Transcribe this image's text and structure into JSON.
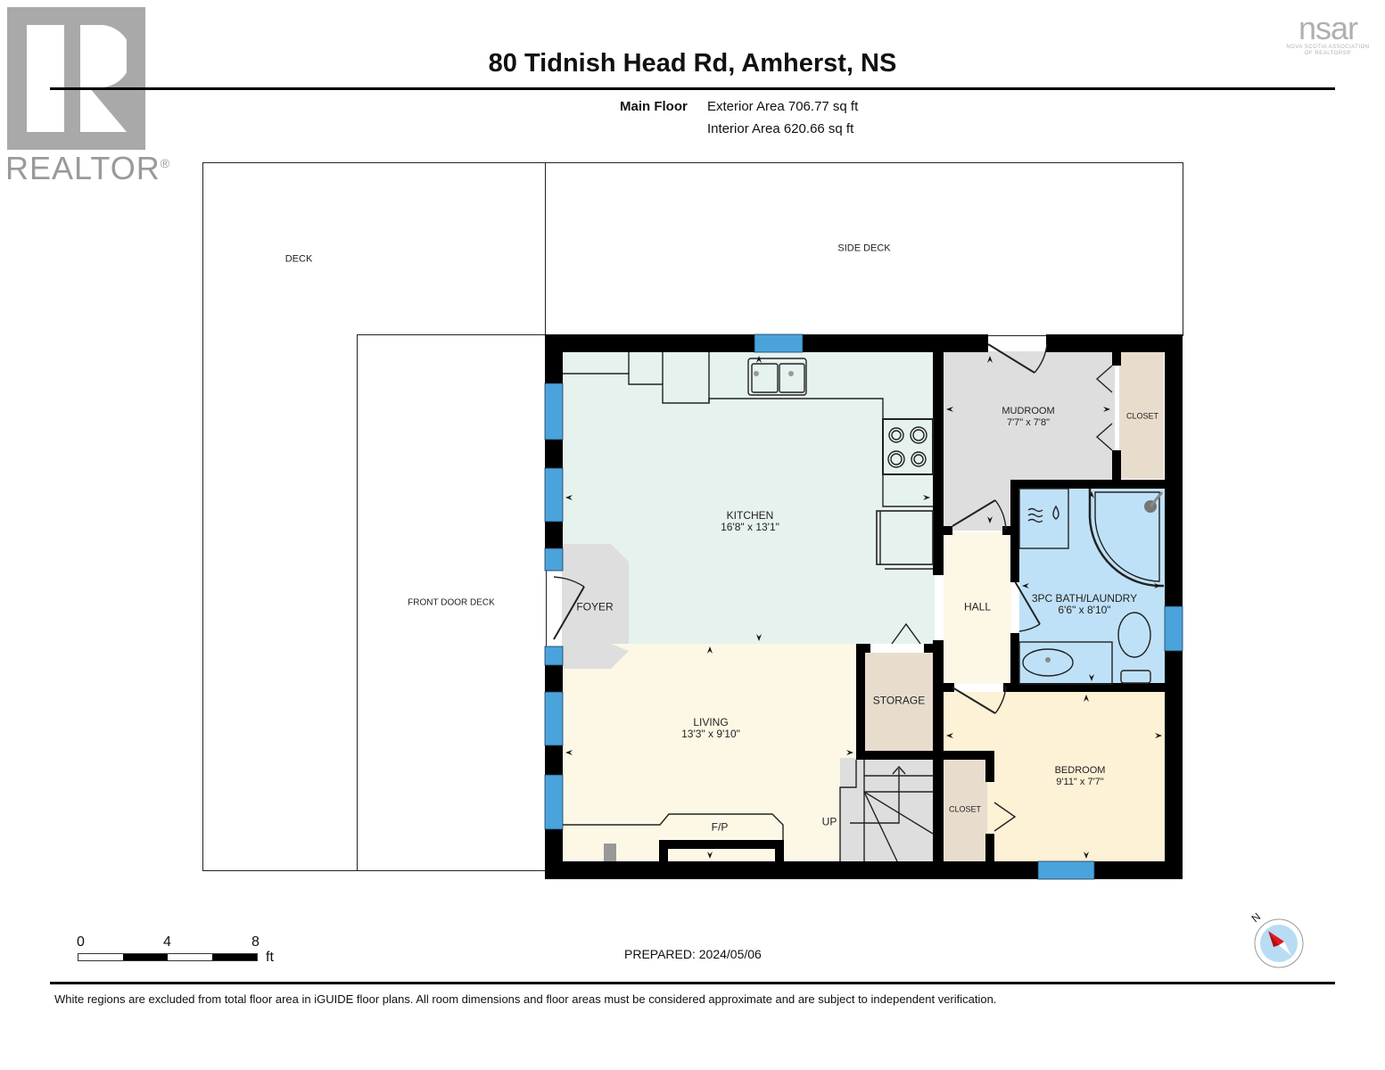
{
  "header": {
    "title": "80 Tidnish Head Rd, Amherst, NS",
    "realtor_logo_text": "REALTOR",
    "realtor_mark": "®",
    "nsar_logo_text": "nsar",
    "nsar_subtitle_1": "NOVA SCOTIA ASSOCIATION",
    "nsar_subtitle_2": "OF REALTORS®"
  },
  "floor_summary": {
    "floor_name": "Main Floor",
    "exterior_area": "Exterior Area 706.77 sq ft",
    "interior_area": "Interior Area 620.66 sq ft"
  },
  "decks": [
    {
      "name": "DECK"
    },
    {
      "name": "SIDE DECK"
    },
    {
      "name": "FRONT DOOR DECK"
    }
  ],
  "rooms": {
    "kitchen": {
      "name": "KITCHEN",
      "dims": "16'8\" x 13'1\"",
      "color": "#e6f2ee"
    },
    "foyer": {
      "name": "FOYER",
      "color": "#dedede"
    },
    "living": {
      "name": "LIVING",
      "dims": "13'3\" x 9'10\"",
      "color": "#fdf8e6"
    },
    "storage": {
      "name": "STORAGE",
      "color": "#e8ddcd"
    },
    "mudroom": {
      "name": "MUDROOM",
      "dims": "7'7\" x 7'8\"",
      "color": "#dedede"
    },
    "mudroom_closet": {
      "name": "CLOSET",
      "color": "#e8ddcd"
    },
    "hall": {
      "name": "HALL",
      "color": "#fdf8e6"
    },
    "bath": {
      "name": "3PC BATH/LAUNDRY",
      "dims": "6'6\" x 8'10\"",
      "color": "#bfe1f7"
    },
    "bedroom": {
      "name": "BEDROOM",
      "dims": "9'11\" x 7'7\"",
      "color": "#fdf1d6"
    },
    "bedroom_closet": {
      "name": "CLOSET",
      "color": "#e8ddcd"
    },
    "stairs": {
      "label": "UP",
      "color": "#dedede"
    },
    "fireplace": {
      "label": "F/P"
    }
  },
  "scale_bar": {
    "ticks": [
      "0",
      "4",
      "8"
    ],
    "unit": "ft"
  },
  "prepared": "PREPARED: 2024/05/06",
  "compass": {
    "label": "N"
  },
  "footer_note": "White regions are excluded from total floor area in iGUIDE floor plans. All room dimensions and floor areas must be considered approximate and are subject to independent verification.",
  "colors": {
    "wall": "#000000",
    "window": "#4ba3dc",
    "outline": "#222222"
  }
}
